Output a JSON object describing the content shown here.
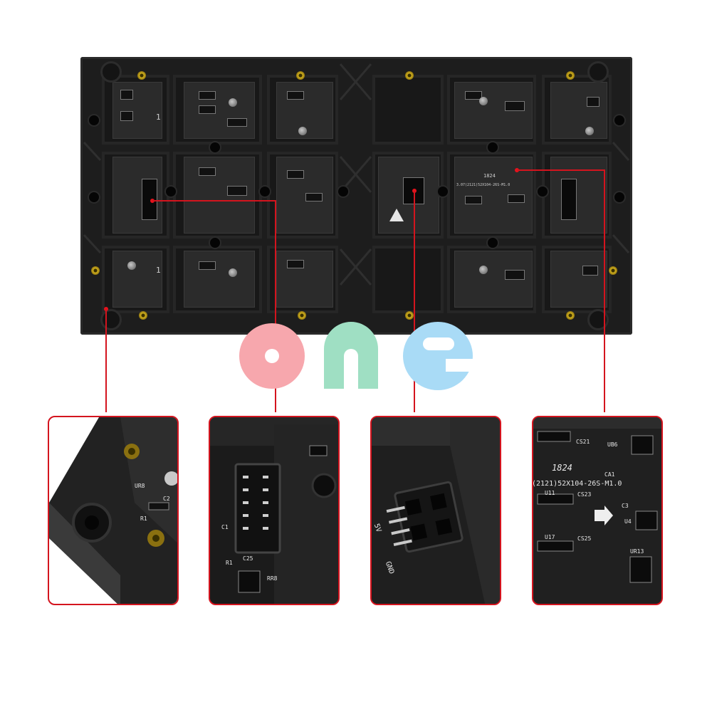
{
  "logo": {
    "letters": [
      "o",
      "n",
      "e"
    ],
    "colors": [
      "#f7a7ad",
      "#9fdfc3",
      "#a9dbf6"
    ]
  },
  "colors": {
    "callout_red": "#d4141e",
    "module_black": "#1d1d1d",
    "screw_brass": "#d2b11e"
  },
  "module": {
    "silkscreen": {
      "date_code": "1824",
      "pcb_code": "3.07(2121)52X104-26S-M1.0",
      "labels": [
        "1",
        "1"
      ]
    }
  },
  "callouts": [
    {
      "subject": "magnet-and-screw-corner",
      "labels": [
        "UR8",
        "C2",
        "R1"
      ]
    },
    {
      "subject": "hub-idc-connector",
      "labels": [
        "C1",
        "R1",
        "C25",
        "RR8"
      ]
    },
    {
      "subject": "power-connector",
      "labels": [
        "GND",
        "5V"
      ]
    },
    {
      "subject": "driver-ic-board-detail",
      "labels": [
        "CS21",
        "UB6",
        "1824",
        "CA1",
        "(2121)52X104-26S-M1.0",
        "U11",
        "CS23",
        "C3",
        "U4",
        "U17",
        "CS25",
        "UR13"
      ]
    }
  ]
}
